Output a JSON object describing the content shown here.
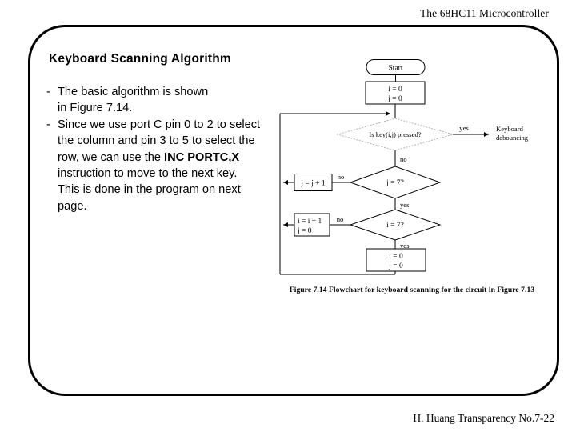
{
  "header": {
    "title": "The 68HC11 Microcontroller"
  },
  "footer": {
    "text": "H. Huang Transparency No.7-22"
  },
  "content": {
    "title": "Keyboard Scanning Algorithm",
    "bullets": [
      {
        "marker": "-",
        "lines": [
          "The basic algorithm is shown",
          "in Figure 7.14."
        ]
      },
      {
        "marker": "-",
        "pre": "Since we use port C pin 0 to 2 to select the column and pin 3 to 5 to select the row, we can use the ",
        "bold": "INC PORTC,X",
        "post": " instruction to move to the next key. This is done in the program on next page."
      }
    ]
  },
  "figure": {
    "caption": "Figure 7.14 Flowchart for keyboard scanning for the circuit in Figure 7.13",
    "nodes": {
      "start": "Start",
      "init": [
        "i = 0",
        "j = 0"
      ],
      "decision_key": "Is key(i,j) pressed?",
      "debounce": [
        "Keyboard",
        "debouncing"
      ],
      "decision_j": "j = 7?",
      "inc_j": "j = j + 1",
      "decision_i": "i = 7?",
      "inc_i": [
        "i = i + 1",
        "j = 0"
      ],
      "reset": [
        "i = 0",
        "j = 0"
      ]
    },
    "edge_labels": {
      "key_yes": "yes",
      "key_no": "no",
      "j_no": "no",
      "j_yes": "yes",
      "i_no": "no",
      "i_yes": "yes"
    }
  },
  "colors": {
    "ink": "#000000",
    "page": "#ffffff",
    "faint_outline": "#b0b0b0"
  }
}
